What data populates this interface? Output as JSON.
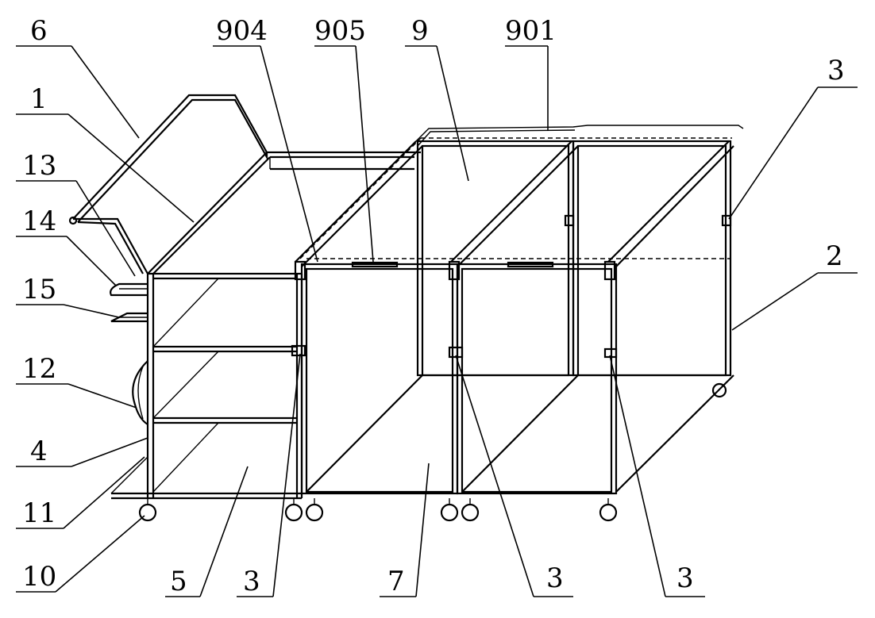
{
  "labels": {
    "l6": "6",
    "l904": "904",
    "l905": "905",
    "l9": "9",
    "l901": "901",
    "l3_top": "3",
    "l1": "1",
    "l13": "13",
    "l14": "14",
    "l15": "15",
    "l2": "2",
    "l12": "12",
    "l4": "4",
    "l11": "11",
    "l10": "10",
    "l5": "5",
    "l3_bottom_left": "3",
    "l7": "7",
    "l3_bottom_mid": "3",
    "l3_bottom_right": "3"
  }
}
